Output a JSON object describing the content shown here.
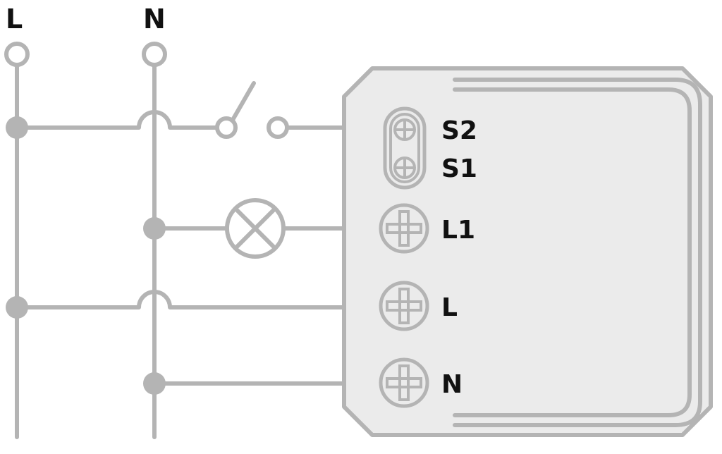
{
  "supply": {
    "line_label": "L",
    "neutral_label": "N"
  },
  "module": {
    "terminals": [
      {
        "id": "s2",
        "label": "S2"
      },
      {
        "id": "s1",
        "label": "S1"
      },
      {
        "id": "l1",
        "label": "L1"
      },
      {
        "id": "l",
        "label": "L"
      },
      {
        "id": "n",
        "label": "N"
      }
    ]
  },
  "colors": {
    "wire": "#b4b4b4",
    "module_fill": "#ebebeb",
    "label": "#111111",
    "background": "#ffffff"
  },
  "icons": {
    "switch": "switch-icon",
    "lamp": "lamp-icon",
    "screw_terminal": "screw-terminal-icon"
  }
}
